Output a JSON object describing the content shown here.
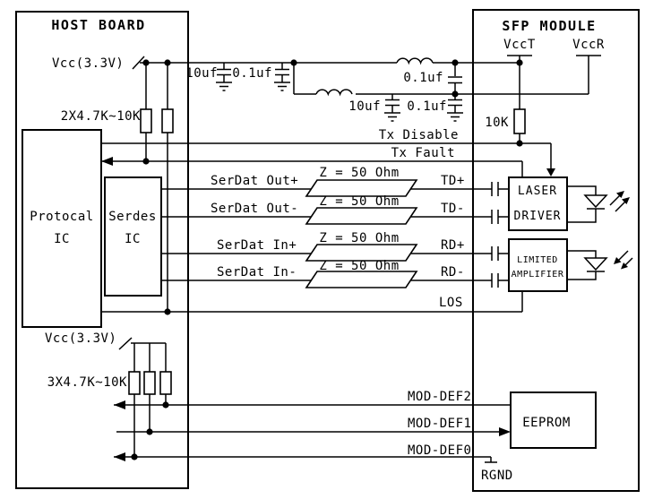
{
  "host_board": {
    "title": "HOST BOARD",
    "vcc_top": "Vcc(3.3V)",
    "pullups_top": "2X4.7K~10K",
    "vcc_bottom": "Vcc(3.3V)",
    "pullups_bottom": "3X4.7K~10K",
    "protocol_ic": {
      "name": "Protocal",
      "suffix": "IC"
    },
    "serdes_ic": {
      "name": "Serdes",
      "suffix": "IC"
    }
  },
  "power_filter": {
    "cap_10uf_host": "10uf",
    "cap_01uf_host": "0.1uf",
    "cap_01uf_mid": "0.1uf",
    "cap_10uf_rail2": "10uf",
    "cap_01uf_rail2": "0.1uf"
  },
  "sfp_module": {
    "title": "SFP MODULE",
    "vcct": "VccT",
    "vccr": "VccR",
    "pullup_10k": "10K",
    "laser_driver": {
      "line1": "LASER",
      "line2": "DRIVER"
    },
    "limiting_amplifier": {
      "line1": "LIMITED",
      "line2": "AMPLIFIER"
    },
    "eeprom": "EEPROM",
    "rgnd": "RGND"
  },
  "signals": {
    "tx_disable": "Tx Disable",
    "tx_fault": "Tx Fault",
    "serdat_out_p": "SerDat Out+",
    "serdat_out_n": "SerDat Out-",
    "serdat_in_p": "SerDat In+",
    "serdat_in_n": "SerDat In-",
    "td_p": "TD+",
    "td_n": "TD-",
    "rd_p": "RD+",
    "rd_n": "RD-",
    "los": "LOS",
    "mod_def2": "MOD-DEF2",
    "mod_def1": "MOD-DEF1",
    "mod_def0": "MOD-DEF0"
  },
  "impedance": {
    "z": "Z = 50 Ohm"
  }
}
